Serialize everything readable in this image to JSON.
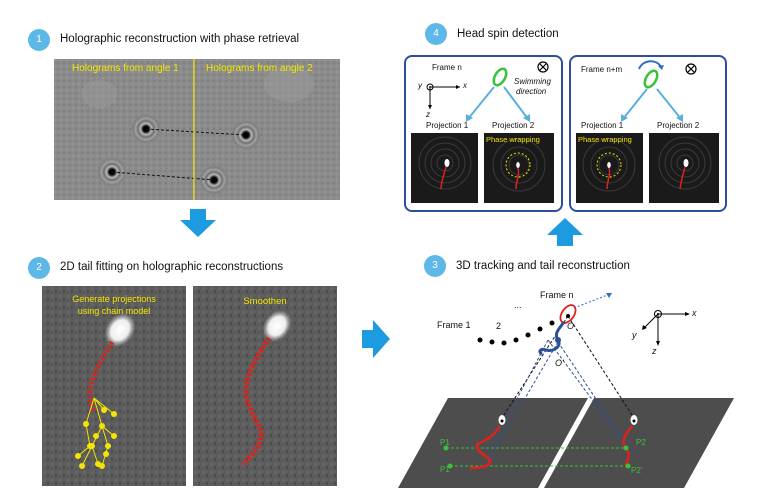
{
  "steps": [
    {
      "number": "1",
      "title": "Holographic reconstruction with phase retrieval"
    },
    {
      "number": "2",
      "title": "2D tail fitting on holographic reconstructions"
    },
    {
      "number": "3",
      "title": "3D tracking and tail reconstruction"
    },
    {
      "number": "4",
      "title": "Head spin detection"
    }
  ],
  "panel1": {
    "label_left": "Holograms from angle 1",
    "label_right": "Holograms from angle 2"
  },
  "panel2": {
    "left_label_line1": "Generate projections",
    "left_label_line2": "using chain model",
    "right_label": "Smoothen"
  },
  "panel4": {
    "frame_a": {
      "title": "Frame n",
      "swimming_line1": "Swimming",
      "swimming_line2": "direction",
      "projection1": "Projection 1",
      "projection2": "Projection 2",
      "phase_label": "Phase wrapping",
      "axis_x": "x",
      "axis_y": "y",
      "axis_z": "z"
    },
    "frame_b": {
      "title": "Frame n+m",
      "projection1": "Projection 1",
      "projection2": "Projection 2",
      "phase_label": "Phase wrapping"
    }
  },
  "panel3": {
    "frame_n": "Frame n",
    "frame_1": "Frame 1",
    "frame_2": "2",
    "dots": "...",
    "point_o": "O",
    "point_o_prime": "O'",
    "axis_x": "x",
    "axis_y": "y",
    "axis_z": "z",
    "p1": "P1",
    "p1_prime": "P1'",
    "p2": "P2",
    "p2_prime": "P2'"
  },
  "colors": {
    "badge": "#5db8e8",
    "frame_border": "#2c4f99",
    "arrow_blue": "#1c9be0",
    "tail_red": "#e0211b",
    "label_yellow": "#f5e600",
    "green": "#38c23a"
  }
}
